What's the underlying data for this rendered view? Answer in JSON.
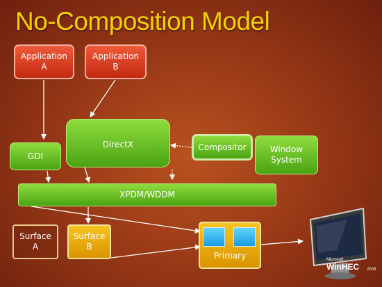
{
  "title": "No-Composition Model",
  "boxes": {
    "app_a": "Application A",
    "app_b": "Application B",
    "gdi": "GDI",
    "directx": "DirectX",
    "compositor": "Compositor",
    "window_system": "Window System",
    "xpdm": "XPDM/WDDM",
    "surface_a": "Surface A",
    "surface_b": "Surface B",
    "primary": "Primary"
  },
  "logo": {
    "top": "Microsoft",
    "name": "WinHEC",
    "year": "2008"
  },
  "colors": {
    "title": "#f5d000",
    "app_red": "#d8401f",
    "component_green": "#6cc326",
    "surface_gold": "#f0b00f",
    "tile_blue": "#2fb0ee"
  }
}
